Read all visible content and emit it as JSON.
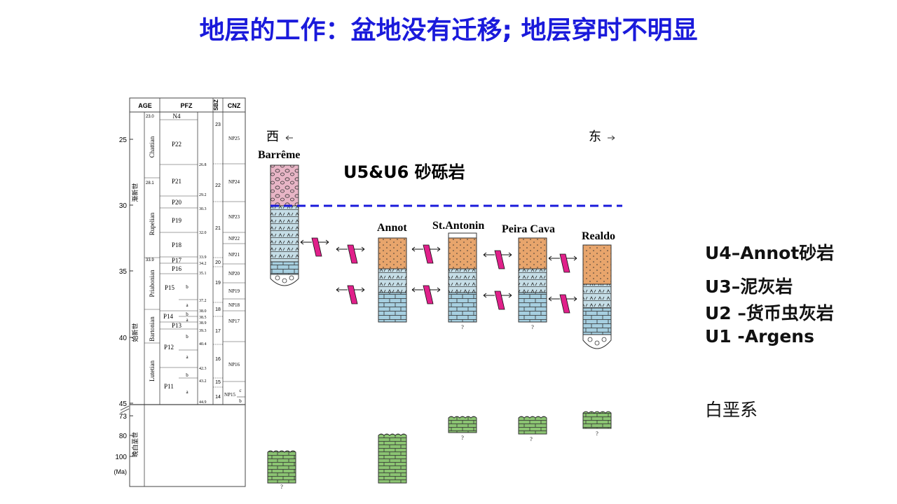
{
  "title": "地层的工作：盆地没有迁移; 地层穿时不明显",
  "strat_header": {
    "age": "AGE",
    "pfz": "PFZ",
    "sbz": "SBZ",
    "cnz": "CNZ"
  },
  "ma_ticks": [
    "25",
    "30",
    "35",
    "40",
    "45",
    "73",
    "80",
    "100"
  ],
  "ma_unit": "(Ma)",
  "epochs": [
    "渐新世",
    "始新世",
    "晚白垩世"
  ],
  "stages": [
    "Chattian",
    "Rupelian",
    "Priabonian",
    "Bartonian",
    "Lutetian"
  ],
  "stage_ages": [
    "23.0",
    "28.1",
    "33.9"
  ],
  "pfz_zones": [
    "N4",
    "P22",
    "P21",
    "P20",
    "P19",
    "P18",
    "P17",
    "P16",
    "P15",
    "P14",
    "P13",
    "P12",
    "P11"
  ],
  "pfz_sub": [
    "b",
    "a",
    "b",
    "a",
    "b",
    "a",
    "b",
    "a"
  ],
  "pfz_ages": [
    "26.8",
    "29.2",
    "30.3",
    "32.0",
    "33.9",
    "34.2",
    "35.1",
    "37.2",
    "38.0",
    "38.5",
    "38.9",
    "39.3",
    "40.4",
    "42.3",
    "43.2",
    "44.9"
  ],
  "sbz_zones": [
    "23",
    "22",
    "21",
    "20",
    "19",
    "18",
    "17",
    "16",
    "15",
    "14"
  ],
  "cnz_zones": [
    "NP25",
    "NP24",
    "NP23",
    "NP22",
    "NP21",
    "NP20",
    "NP19",
    "NP18",
    "NP17",
    "NP16",
    "NP15"
  ],
  "cnz_sub": [
    "c",
    "b"
  ],
  "west": "西",
  "east": "东",
  "sections": [
    "Barrême",
    "Annot",
    "St.Antonin",
    "Peira Cava",
    "Realdo"
  ],
  "unknown_mark": "?",
  "unit_u56": "U5&U6 砂砾岩",
  "legend": {
    "u4": "U4–Annot砂岩",
    "u3": "U3–泥灰岩",
    "u2": "U2 –货币虫灰岩",
    "u1": "U1 -Argens",
    "cretaceous": "白垩系"
  },
  "colors": {
    "title": "#1a1adb",
    "conglomerate": "#e8b5c6",
    "sandstone": "#e8a56c",
    "marl": "#c5dde6",
    "limestone": "#a6cfe0",
    "cretaceous": "#8bc472",
    "arrow_block": "#e0208a",
    "dashed_line": "#1a1adb"
  }
}
